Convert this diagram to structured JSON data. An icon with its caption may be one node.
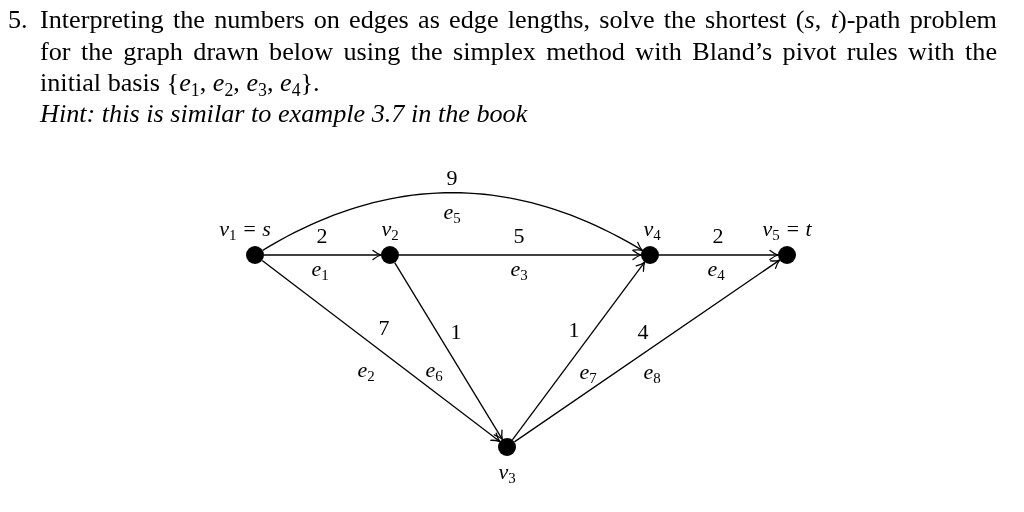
{
  "diagram": {
    "nodes": [
      {
        "text": [
          "v$_{1}$ = s"
        ]
      },
      {
        "text": [
          "v$_{2}$"
        ]
      },
      {
        "text": [
          "v$_{4}$"
        ]
      },
      {
        "text": [
          "v$_{5}$ = t"
        ]
      },
      {
        "text": [
          "v$_{3}$"
        ]
      }
    ],
    "edges": [
      {
        "from": 0,
        "to": 1,
        "arrow": "to",
        "label": [
          "2",
          "e$_{1}$"
        ]
      },
      {
        "from": 0,
        "to": 4,
        "arrow": "to",
        "label": [
          "7",
          "e$_{2}$"
        ]
      },
      {
        "from": 1,
        "to": 2,
        "arrow": "to",
        "label": [
          "5",
          "e$_{3}$"
        ]
      },
      {
        "from": 2,
        "to": 3,
        "arrow": "to",
        "label": [
          "2",
          "e$_{4}$"
        ]
      },
      {
        "from": 0,
        "to": 2,
        "arrow": "to",
        "label": [
          "9",
          "e$_{5}$"
        ]
      },
      {
        "from": 1,
        "to": 4,
        "arrow": "to",
        "label": [
          "1",
          "e$_{6}$"
        ]
      },
      {
        "from": 4,
        "to": 2,
        "arrow": "to",
        "label": [
          "1",
          "e$_{7}$"
        ]
      },
      {
        "from": 4,
        "to": 3,
        "arrow": "to",
        "label": [
          "4",
          "e$_{8}$"
        ]
      }
    ],
    "labels": [
      "5.",
      "Interpreting the numbers on edges as edge lengths, solve the shortest (*s*, *t*)-path problem for the graph drawn below using the simplex method with Bland’s pivot rules with the initial basis {*e*$_{1}$, *e*$_{2}$, *e*$_{3}$, *e*$_{4}$}.",
      "Hint: this is similar to example 3.7 in the book"
    ]
  }
}
